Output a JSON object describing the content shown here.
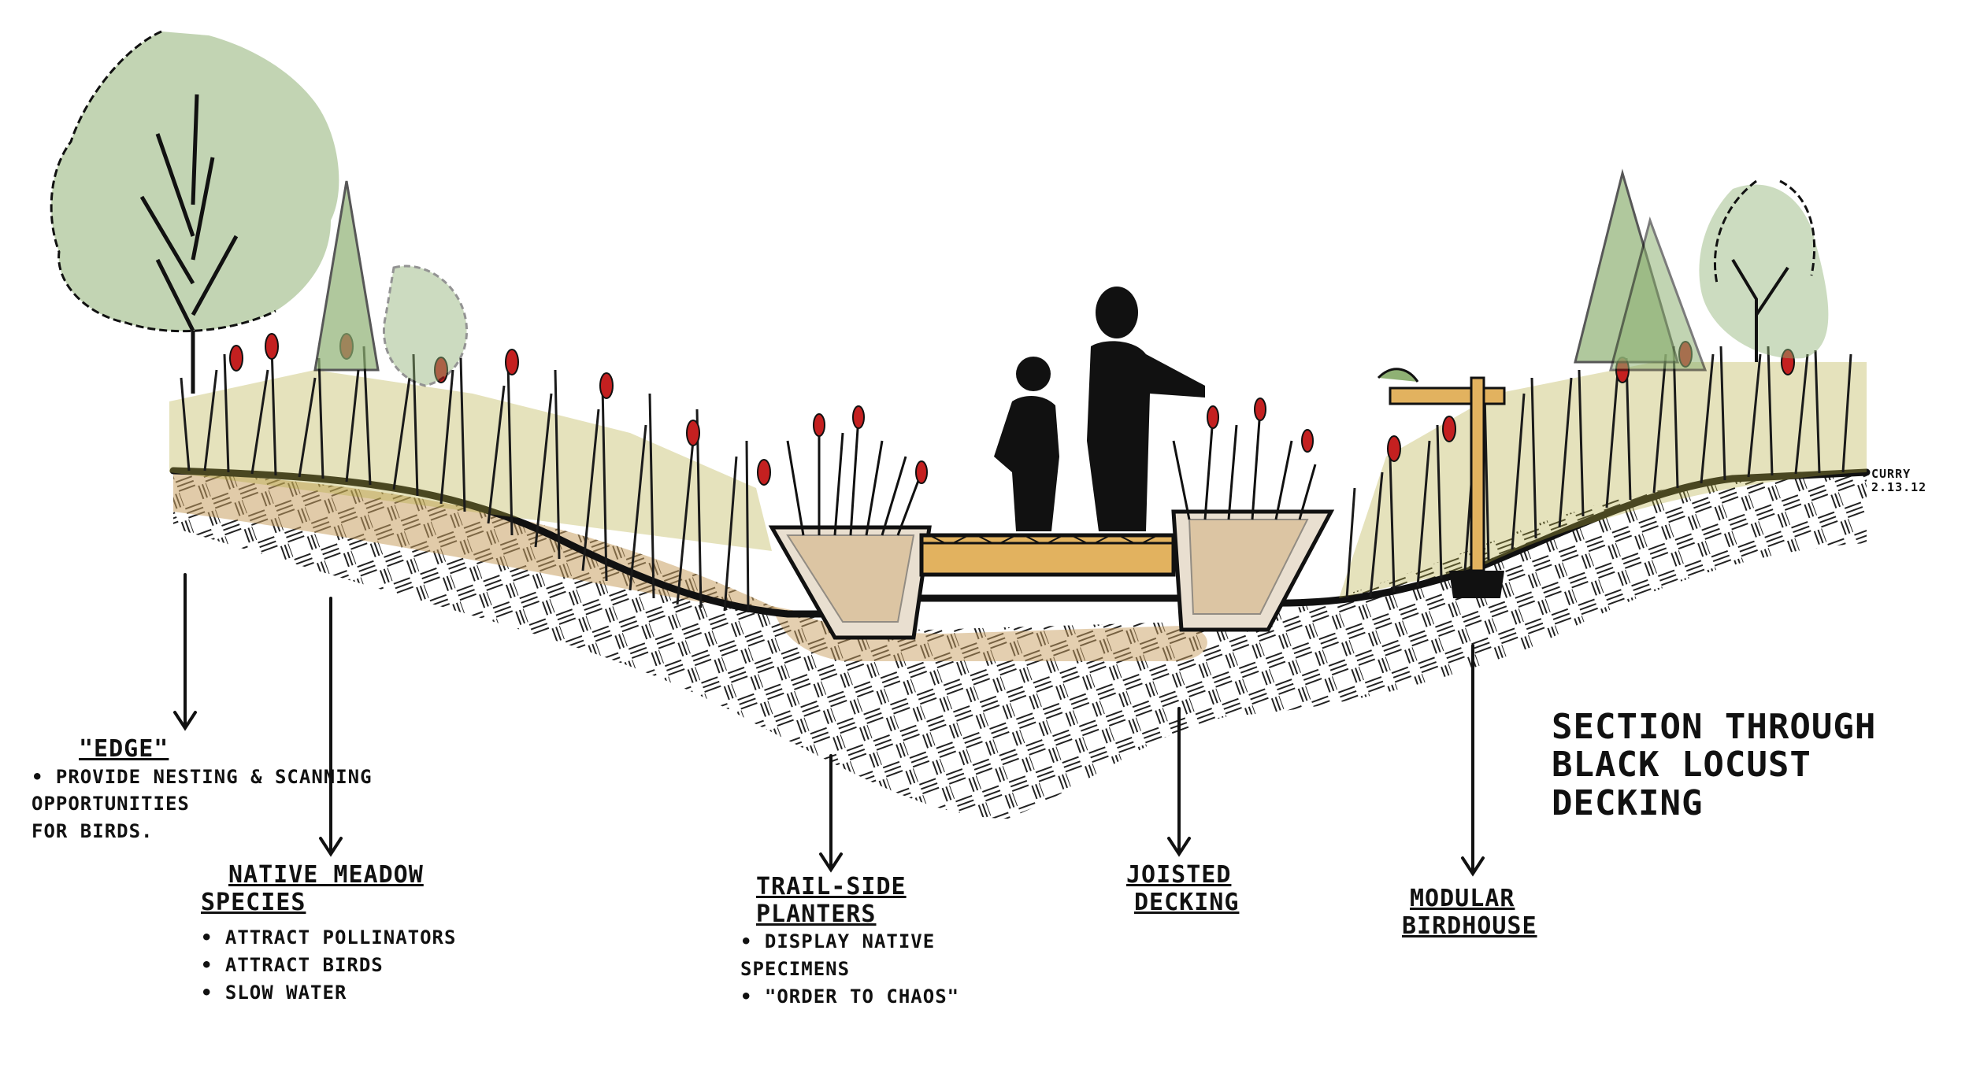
{
  "title": {
    "lines": [
      "SECTION THROUGH",
      "BLACK LOCUST",
      "DECKING"
    ]
  },
  "signature": {
    "name": "CURRY",
    "date": "2.13.12"
  },
  "callouts": {
    "edge": {
      "heading": "\"EDGE\"",
      "bullets": [
        "• PROVIDE NESTING & SCANNING",
        "OPPORTUNITIES",
        "FOR BIRDS."
      ]
    },
    "meadow": {
      "heading_lines": [
        "NATIVE MEADOW",
        "SPECIES"
      ],
      "bullets": [
        "• ATTRACT POLLINATORS",
        "• ATTRACT BIRDS",
        "• SLOW WATER"
      ]
    },
    "planters": {
      "heading_lines": [
        "TRAIL-SIDE",
        "PLANTERS"
      ],
      "bullets": [
        "• DISPLAY NATIVE",
        "SPECIMENS",
        "• \"ORDER TO CHAOS\""
      ]
    },
    "decking": {
      "heading_lines": [
        "JOISTED",
        "DECKING"
      ]
    },
    "birdhouse": {
      "heading_lines": [
        "MODULAR",
        "BIRDHOUSE"
      ]
    }
  },
  "colors": {
    "ink": "#111111",
    "soil": "#c9a062",
    "decking": "#e2b25f",
    "foliage": "#8fb174",
    "grass": "#b5ad3f",
    "flower": "#c42020"
  }
}
